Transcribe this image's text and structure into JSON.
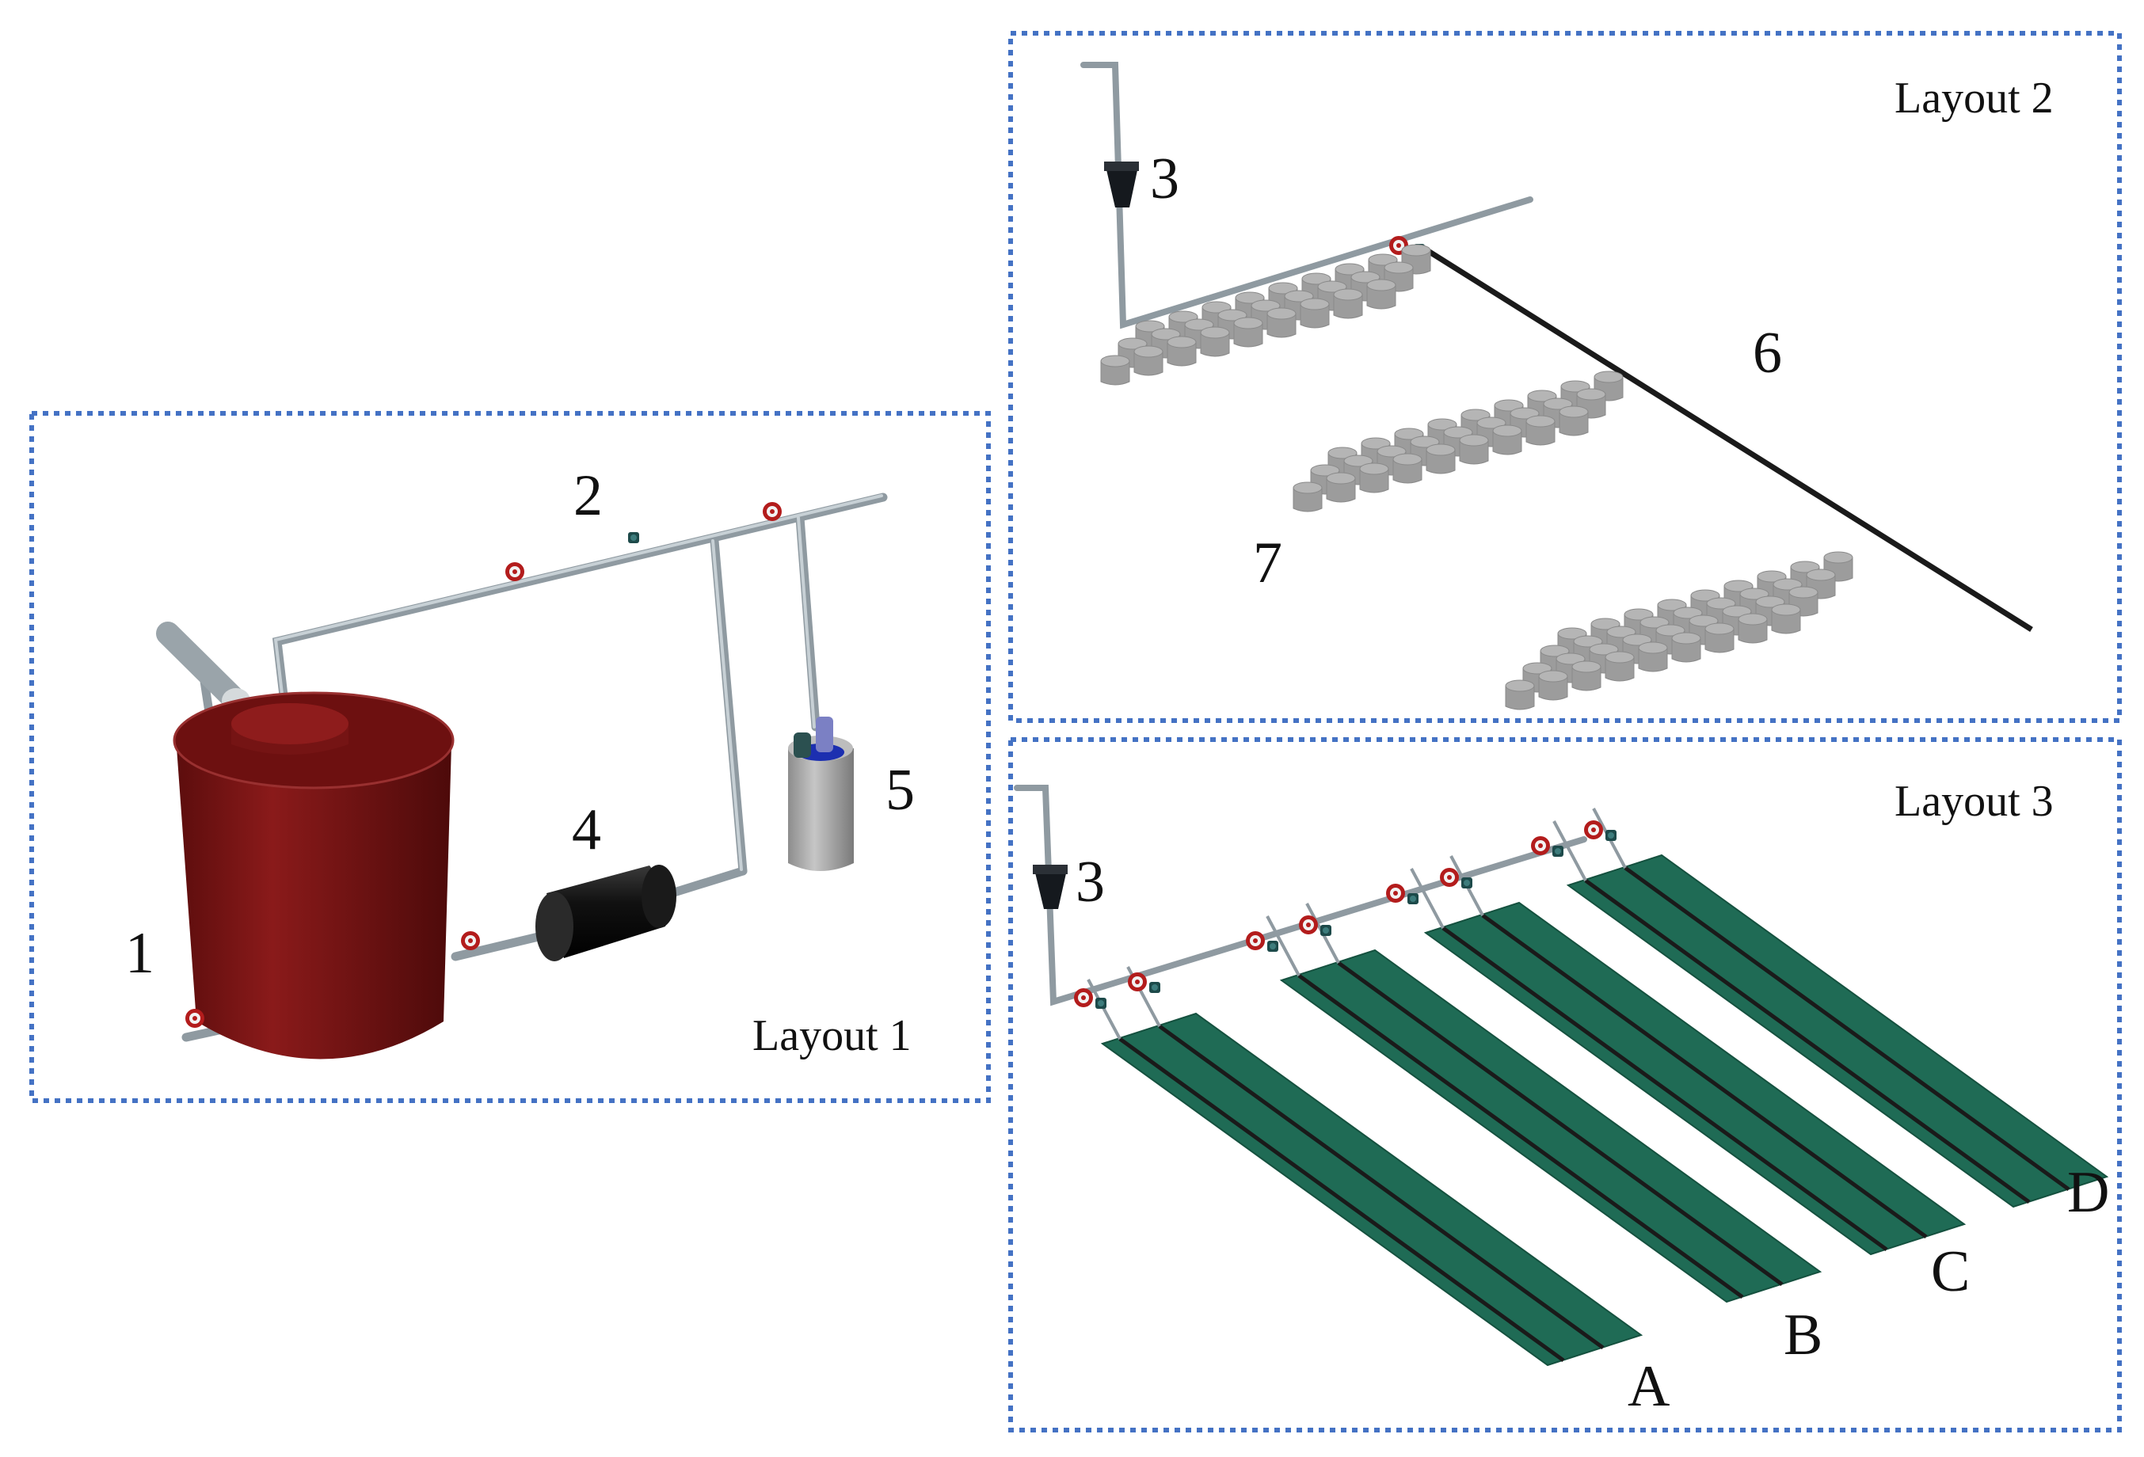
{
  "layouts": [
    {
      "title": "Layout 1",
      "labels": [
        "1",
        "2",
        "4",
        "5"
      ]
    },
    {
      "title": "Layout 2",
      "labels": [
        "3",
        "6",
        "7"
      ]
    },
    {
      "title": "Layout 3",
      "labels": [
        "3"
      ],
      "beds": [
        "A",
        "B",
        "C",
        "D"
      ]
    }
  ],
  "colors": {
    "frame": "#4472c4",
    "tank": "#7b1313",
    "pipe": "#a9b4bb",
    "bed": "#1f6b55",
    "pot": "#a5a5a5"
  }
}
